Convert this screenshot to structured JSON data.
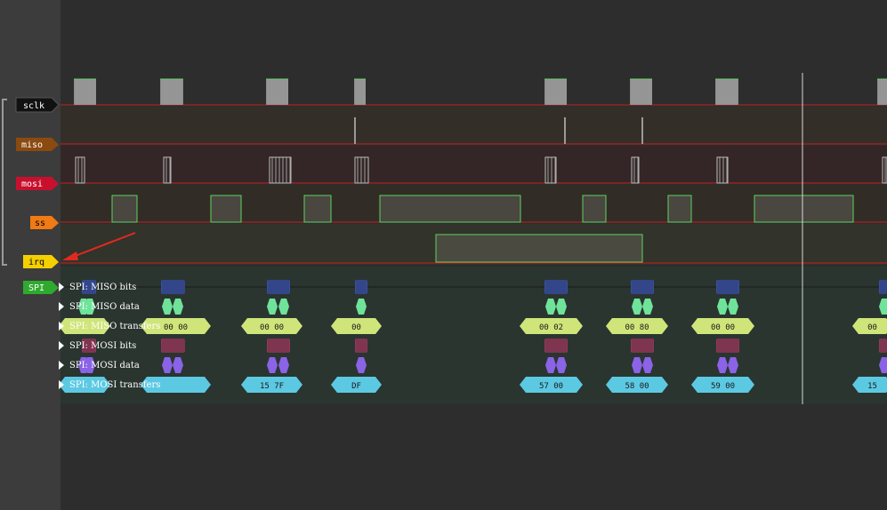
{
  "channels": [
    {
      "id": "sclk",
      "label": "sclk",
      "tag_color": "#111111",
      "text_color": "#ffffff",
      "row_bg": "#2d2d2d"
    },
    {
      "id": "miso",
      "label": "miso",
      "tag_color": "#8b4a10",
      "text_color": "#ffffff",
      "row_bg": "#332e28"
    },
    {
      "id": "mosi",
      "label": "mosi",
      "tag_color": "#c8102e",
      "text_color": "#ffffff",
      "row_bg": "#342627"
    },
    {
      "id": "ss",
      "label": "ss",
      "tag_color": "#f07a14",
      "text_color": "#000000",
      "row_bg": "#322c26"
    },
    {
      "id": "irq",
      "label": "irq",
      "tag_color": "#f5d000",
      "text_color": "#000000",
      "row_bg": "#32332a"
    }
  ],
  "decoder": {
    "tag_label": "SPI",
    "tag_color": "#2eaa2e",
    "rows": [
      {
        "label": "SPI: MISO bits"
      },
      {
        "label": "SPI: MISO data"
      },
      {
        "label": "SPI: MISO transfers"
      },
      {
        "label": "SPI: MOSI bits"
      },
      {
        "label": "SPI: MOSI data"
      },
      {
        "label": "SPI: MOSI transfers"
      }
    ],
    "miso_transfers": [
      "00 00",
      "00 00",
      "00",
      "00 02",
      "00 80",
      "00 00",
      "00"
    ],
    "mosi_transfers": [
      "15 7F",
      "DF",
      "57 00",
      "58 00",
      "59 00",
      "15"
    ]
  },
  "colors": {
    "trace_green": "#5fd35f",
    "trace_red": "#c81e1e",
    "pulse_fill": "#8a8a8a",
    "miso_bits": "#3a4f9a",
    "miso_data": "#6fe39a",
    "miso_transfer": "#cfe57a",
    "mosi_bits": "#8e3a5a",
    "mosi_data": "#8a63e6",
    "mosi_transfer": "#5cc9e3",
    "cursor": "#d8d8d8",
    "arrow": "#e02a20"
  }
}
